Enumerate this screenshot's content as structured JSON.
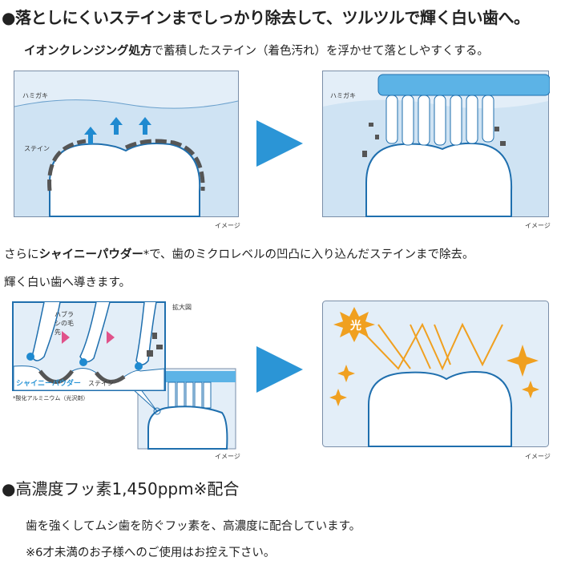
{
  "section1": {
    "title": "●落としにくいステインまでしっかり除去して、ツルツルで輝く白い歯へ。",
    "lead_bold": "イオンクレンジング処方",
    "lead_rest": "で蓄積したステイン（着色汚れ）を浮かせて落としやすくする。",
    "fig1": {
      "label_toothpaste": "ハミガキ",
      "label_stain": "ステイン",
      "caption": "イメージ"
    },
    "fig2": {
      "label_toothpaste": "ハミガキ",
      "caption": "イメージ"
    },
    "text2_pre": "さらに",
    "text2_bold": "シャイニーパウダー",
    "text2_rest": "*で、歯のミクロレベルの凹凸に入り込んだステインまで除去。",
    "text2_line2": "輝く白い歯へ導きます。",
    "fig3": {
      "label_zoom": "拡大図",
      "label_bristle": "ハブラシの毛先",
      "label_powder": "シャイニーパウダー",
      "label_stain": "ステイン",
      "footnote": "*酸化アルミニウム（光沢剤）",
      "caption": "イメージ"
    },
    "fig4": {
      "label_light": "光",
      "caption": "イメージ"
    }
  },
  "section2": {
    "title": "●高濃度フッ素1,450ppm※配合",
    "line1": "歯を強くしてムシ歯を防ぐフッ素を、高濃度に配合しています。",
    "line2": "※6才未満のお子様へのご使用はお控え下さい。"
  },
  "colors": {
    "panel_bg": "#e3eef8",
    "border": "#1f6fae",
    "arrow": "#2b95d6",
    "stain": "#555555",
    "pink": "#e0528a",
    "star": "#f0a020"
  }
}
